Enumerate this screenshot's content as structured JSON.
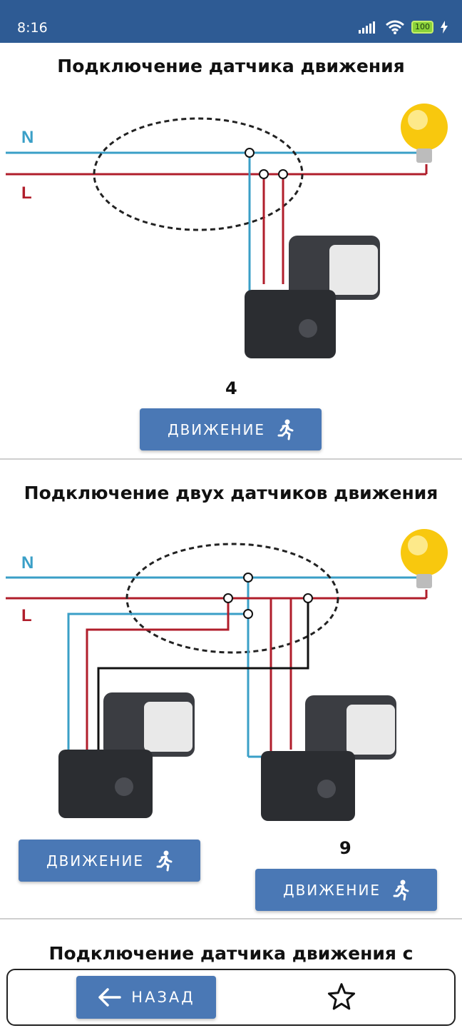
{
  "status": {
    "time": "8:16",
    "battery": "100"
  },
  "section1": {
    "title": "Подключение датчика движения",
    "neutral_label": "N",
    "live_label": "L",
    "count": "4",
    "button_label": "ДВИЖЕНИЕ"
  },
  "section2": {
    "title": "Подключение двух датчиков движения",
    "neutral_label": "N",
    "live_label": "L",
    "count": "9",
    "button1_label": "ДВИЖЕНИЕ",
    "button2_label": "ДВИЖЕНИЕ"
  },
  "section3": {
    "title": "Подключение датчика движения с"
  },
  "bottom": {
    "back_label": "НАЗАД"
  },
  "colors": {
    "status_bar": "#2e5b94",
    "button": "#4a78b5",
    "neutral_wire": "#3a9fc7",
    "live_wire": "#b01e2b"
  },
  "icons": [
    "signal-icon",
    "wifi-icon",
    "battery-icon",
    "charging-icon",
    "running-person-icon",
    "back-arrow-icon",
    "star-icon",
    "light-bulb-icon",
    "motion-sensor-icon"
  ]
}
